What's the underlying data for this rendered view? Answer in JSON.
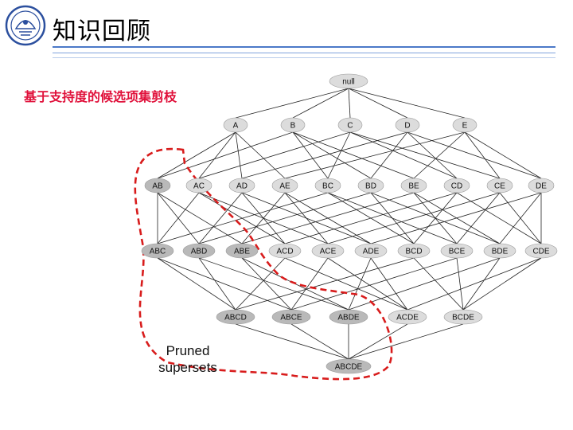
{
  "header": {
    "title": "知识回顾",
    "logo_name": "university-seal-logo"
  },
  "subtitle": "基于支持度的候选项集剪枝",
  "lattice": {
    "levels": [
      [
        "null"
      ],
      [
        "A",
        "B",
        "C",
        "D",
        "E"
      ],
      [
        "AB",
        "AC",
        "AD",
        "AE",
        "BC",
        "BD",
        "BE",
        "CD",
        "CE",
        "DE"
      ],
      [
        "ABC",
        "ABD",
        "ABE",
        "ACD",
        "ACE",
        "ADE",
        "BCD",
        "BCE",
        "BDE",
        "CDE"
      ],
      [
        "ABCD",
        "ABCE",
        "ABDE",
        "ACDE",
        "BCDE"
      ],
      [
        "ABCDE"
      ]
    ],
    "pruned_root": "AB",
    "pruned_label": [
      "Pruned",
      "supersets"
    ]
  },
  "colors": {
    "title_rule": "#4b79c8",
    "subtitle": "#e0103a",
    "prune_boundary": "#d81c1c",
    "node_fill": "#dcdcdc",
    "pruned_node_fill": "#b9b9b9",
    "edge": "#222222"
  }
}
